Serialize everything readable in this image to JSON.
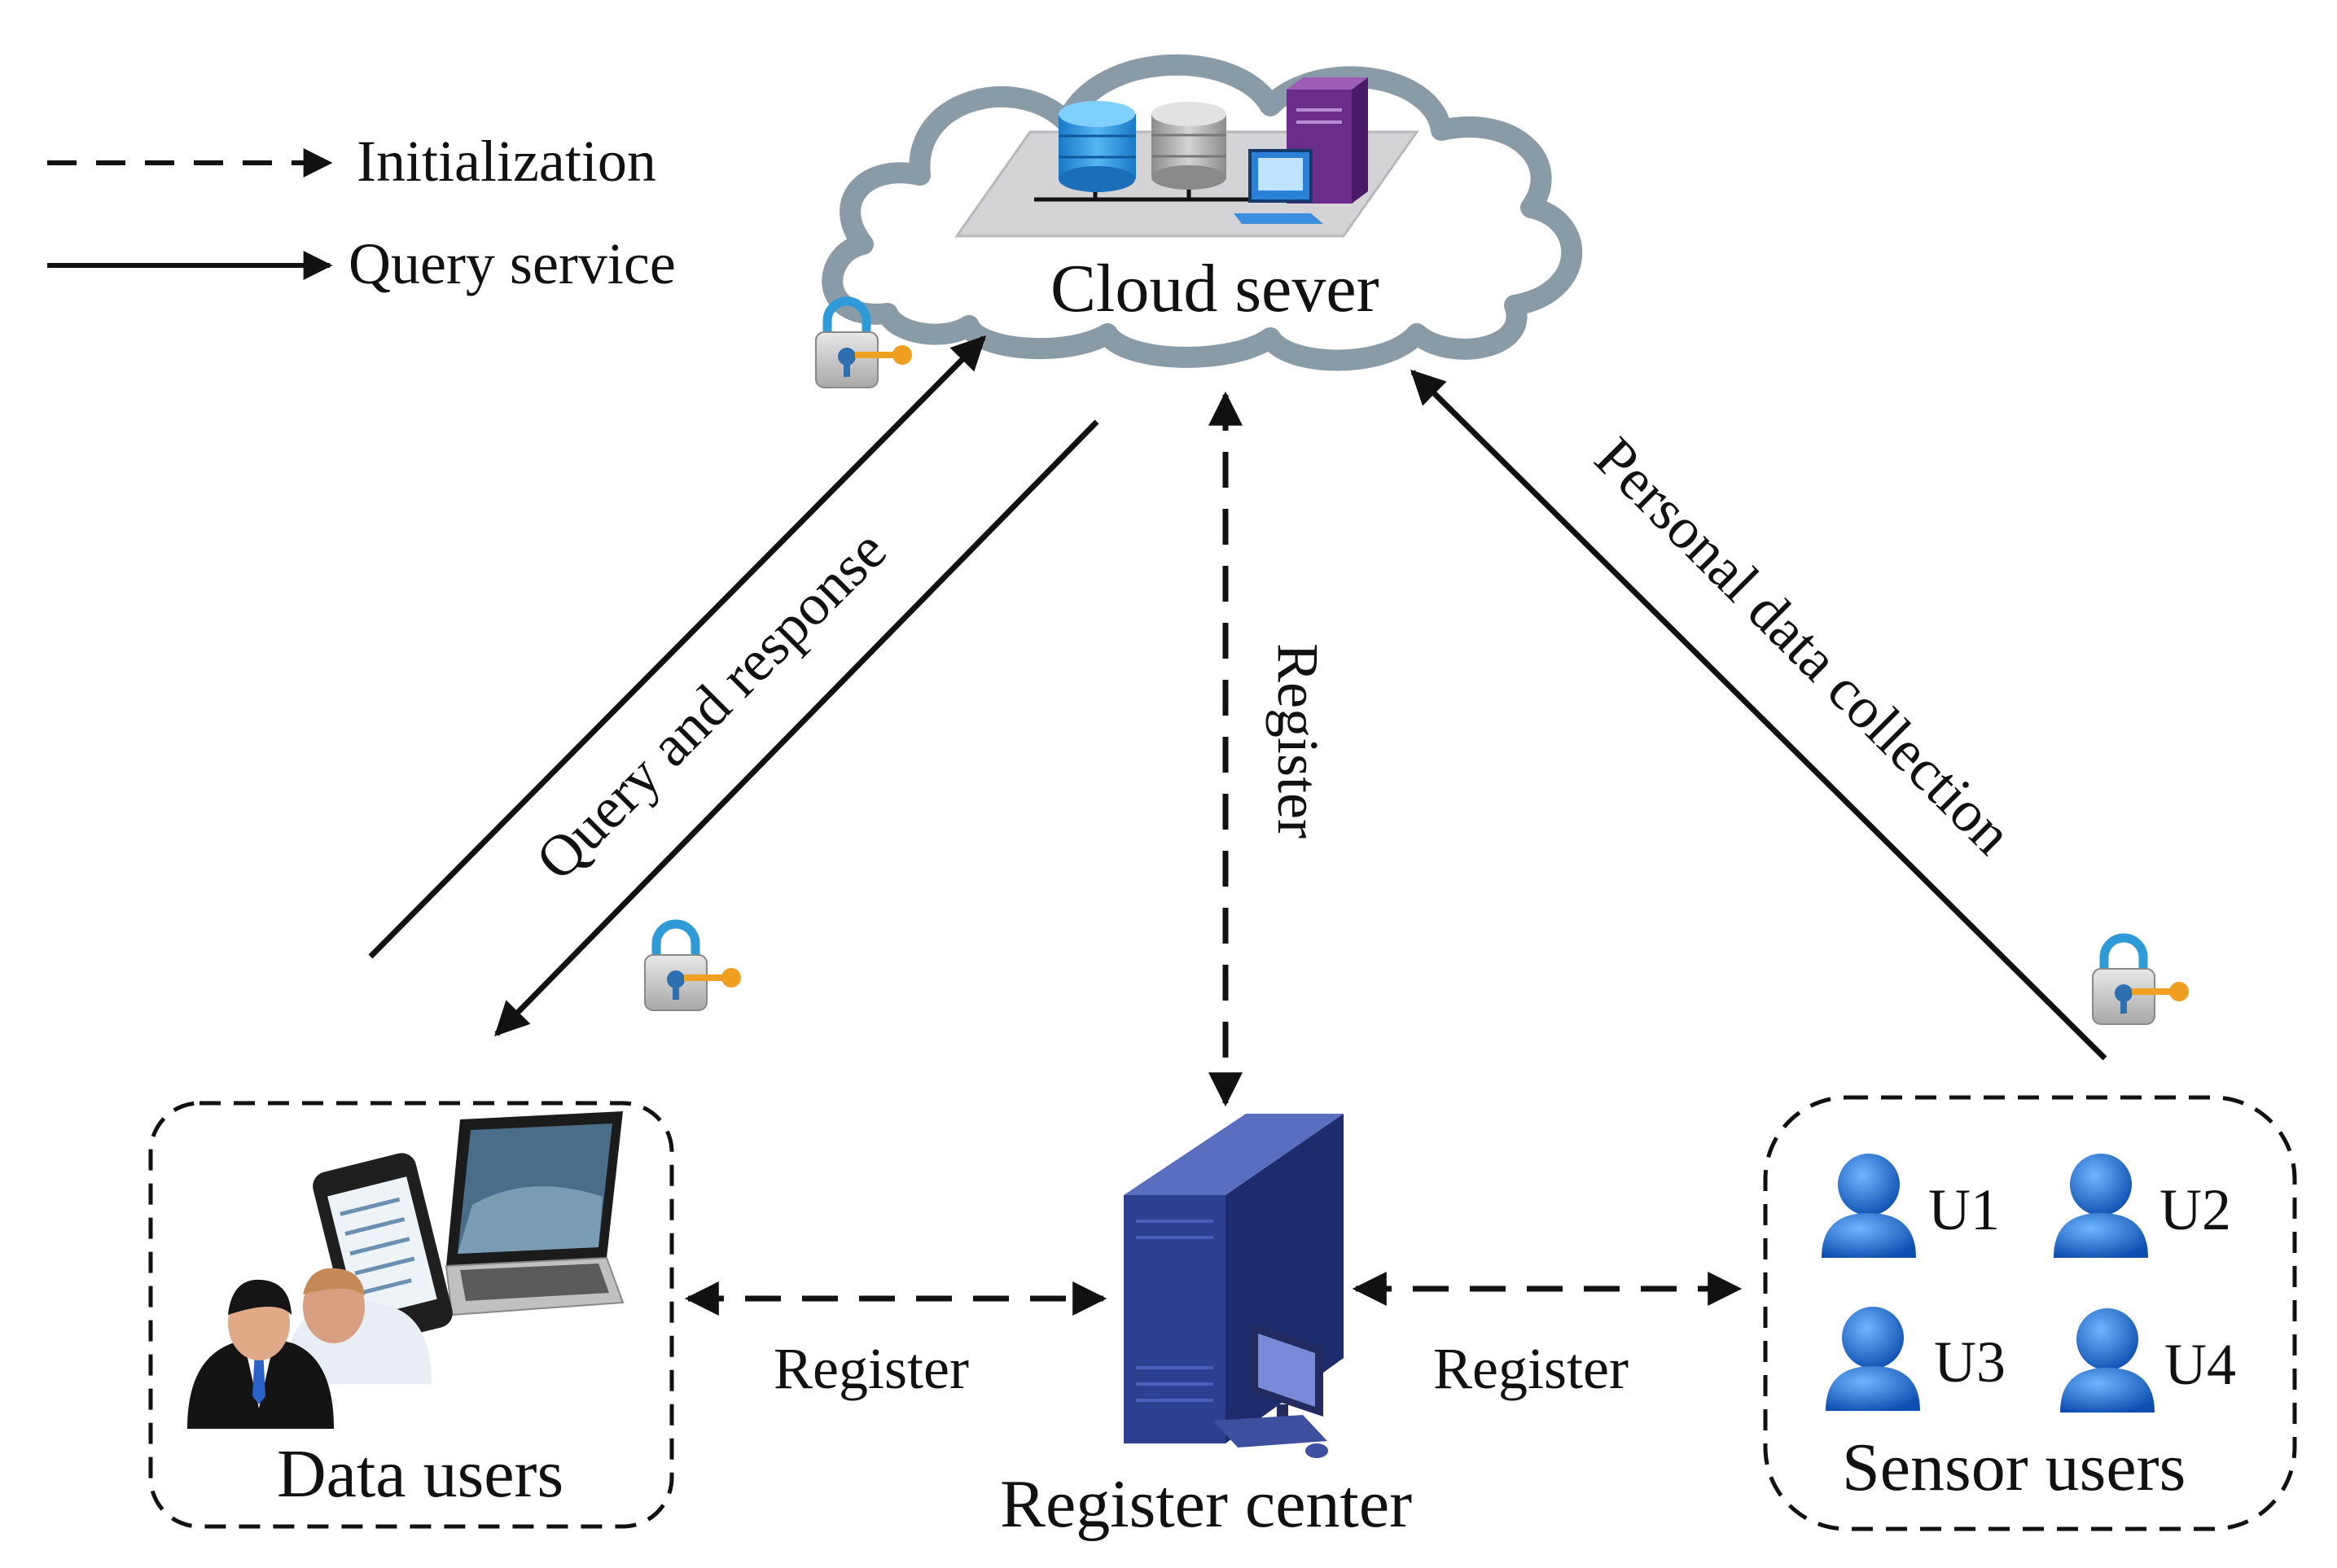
{
  "legend": {
    "initialization": "Initialization",
    "query_service": "Query service"
  },
  "nodes": {
    "cloud": "Cloud sever",
    "data_users": "Data users",
    "register_center": "Register center",
    "sensor_users": "Sensor users",
    "sensor_list": [
      "U1",
      "U2",
      "U3",
      "U4"
    ]
  },
  "edges": {
    "query_and_response": "Query and response",
    "register_vertical": "Register",
    "personal_data_collection": "Personal data collection",
    "register_left": "Register",
    "register_right": "Register"
  },
  "colors": {
    "line": "#111111",
    "cloud_outline": "#8a9ba8",
    "server_blue": "#2d3f8f",
    "user_blue": "#1f63c4",
    "lock_gold": "#f0a020"
  },
  "icons": {
    "cloud": "cloud-icon",
    "server": "server-tower-icon",
    "lock": "padlock-key-icon",
    "user": "user-icon",
    "laptop": "laptop-icon",
    "phone": "phone-icon"
  }
}
